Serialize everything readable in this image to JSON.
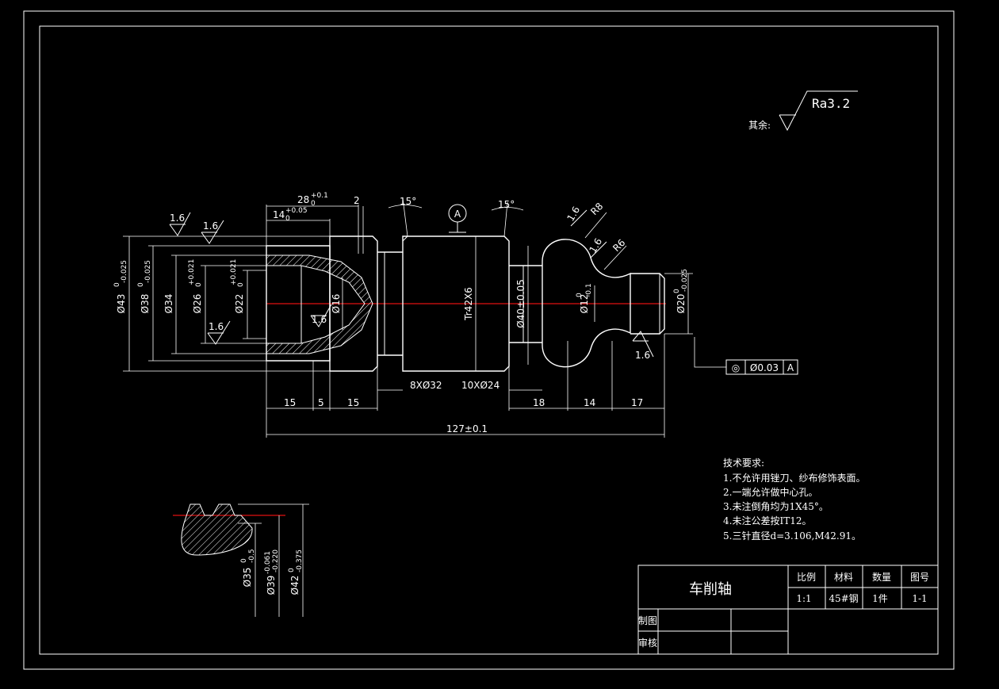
{
  "surface": {
    "other_label": "其余:",
    "value": "Ra3.2"
  },
  "roughness_marks": [
    "1.6",
    "1.6",
    "1.6",
    "1.6",
    "1.6",
    "1.6",
    "1.6"
  ],
  "datum": {
    "label": "A"
  },
  "tolerance_frame": {
    "symbol": "◎",
    "value": "Ø0.03",
    "datum": "A"
  },
  "angles": {
    "left": "15°",
    "right": "15°"
  },
  "radii": {
    "r1": "R8",
    "r2": "R6"
  },
  "dims": {
    "d28": "28",
    "d28_tol": "+0.1",
    "d28_tol_low": "0",
    "d14": "14",
    "d14_tol": "+0.05",
    "d14_tol_low": "0",
    "d2": "2",
    "d43": "Ø43",
    "d43_up": "0",
    "d43_low": "-0.025",
    "d38": "Ø38",
    "d38_up": "0",
    "d38_low": "-0.025",
    "d34": "Ø34",
    "d26": "Ø26",
    "d26_up": "+0.021",
    "d26_low": "0",
    "d22": "Ø22",
    "d22_up": "+0.021",
    "d22_low": "0",
    "d16": "Ø16",
    "thread": "Tr42X6",
    "d40": "Ø40±0.05",
    "d12": "Ø12",
    "d12_up": "0",
    "d12_low": "-0.1",
    "d20": "Ø20",
    "d20_up": "0",
    "d20_low": "-0.025",
    "groove1": "8XØ32",
    "groove2": "10XØ24",
    "l15a": "15",
    "l5": "5",
    "l15b": "15",
    "l18": "18",
    "l14": "14",
    "l17": "17",
    "total": "127±0.1",
    "s35": "Ø35",
    "s35_up": "0",
    "s35_low": "-0.5",
    "s39": "Ø39",
    "s39_up": "-0.061",
    "s39_low": "-0.220",
    "s42": "Ø42",
    "s42_up": "0",
    "s42_low": "-0.375"
  },
  "tech": {
    "title": "技术要求:",
    "items": [
      "1.不允许用锉刀、纱布修饰表面。",
      "2.一端允许做中心孔。",
      "3.未注倒角均为1X45°。",
      "4.未注公差按IT12。",
      "5.三针直径d=3.106,M42.91。"
    ]
  },
  "title_block": {
    "part_name": "车削轴",
    "headers": [
      "比例",
      "材料",
      "数量",
      "图号"
    ],
    "values": [
      "1:1",
      "45#钢",
      "1件",
      "1-1"
    ],
    "drawn": "制图",
    "checked": "审核"
  }
}
